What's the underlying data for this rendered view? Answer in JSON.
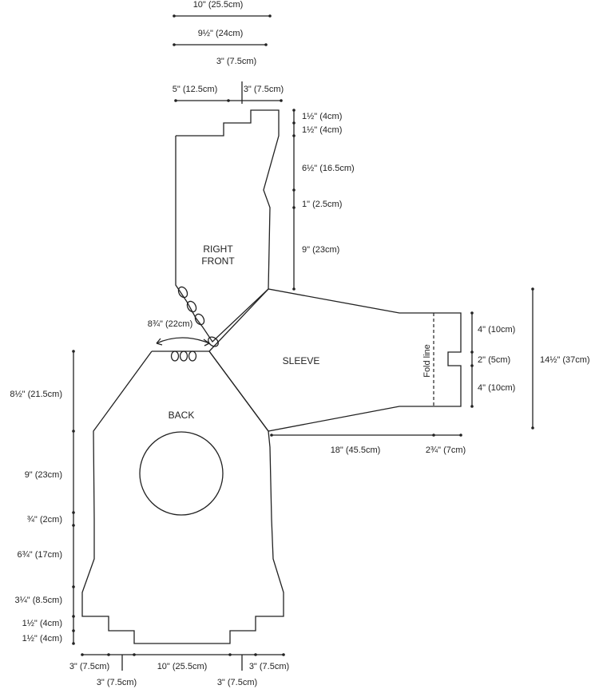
{
  "pieces": {
    "right_front_line1": "RIGHT",
    "right_front_line2": "FRONT",
    "back": "BACK",
    "sleeve": "SLEEVE",
    "fold_line": "Fold line"
  },
  "top_dims": {
    "d1": "10\" (25.5cm)",
    "d2": "9½\" (24cm)",
    "d3": "3\" (7.5cm)",
    "d4": "5\" (12.5cm)",
    "d5": "3\" (7.5cm)"
  },
  "right_front_dims": {
    "d1": "1½\" (4cm)",
    "d2": "1½\" (4cm)",
    "d3": "6½\" (16.5cm)",
    "d4": "1\" (2.5cm)",
    "d5": "9\" (23cm)"
  },
  "neck_dim": "8¾\" (22cm)",
  "sleeve_dims": {
    "cuff1": "4\" (10cm)",
    "cuff2": "2\" (5cm)",
    "cuff3": "4\" (10cm)",
    "total": "14½\" (37cm)",
    "length": "18\" (45.5cm)",
    "cuff_length": "2¾\" (7cm)"
  },
  "back_dims": {
    "d1": "8½\" (21.5cm)",
    "d2": "9\" (23cm)",
    "d3": "¾\" (2cm)",
    "d4": "6¾\" (17cm)",
    "d5": "3¼\" (8.5cm)",
    "d6": "1½\" (4cm)",
    "d7": "1½\" (4cm)"
  },
  "bottom_dims": {
    "d1": "3\" (7.5cm)",
    "d2": "10\" (25.5cm)",
    "d3": "3\" (7.5cm)",
    "d4": "3\" (7.5cm)",
    "d5": "3\" (7.5cm)"
  }
}
